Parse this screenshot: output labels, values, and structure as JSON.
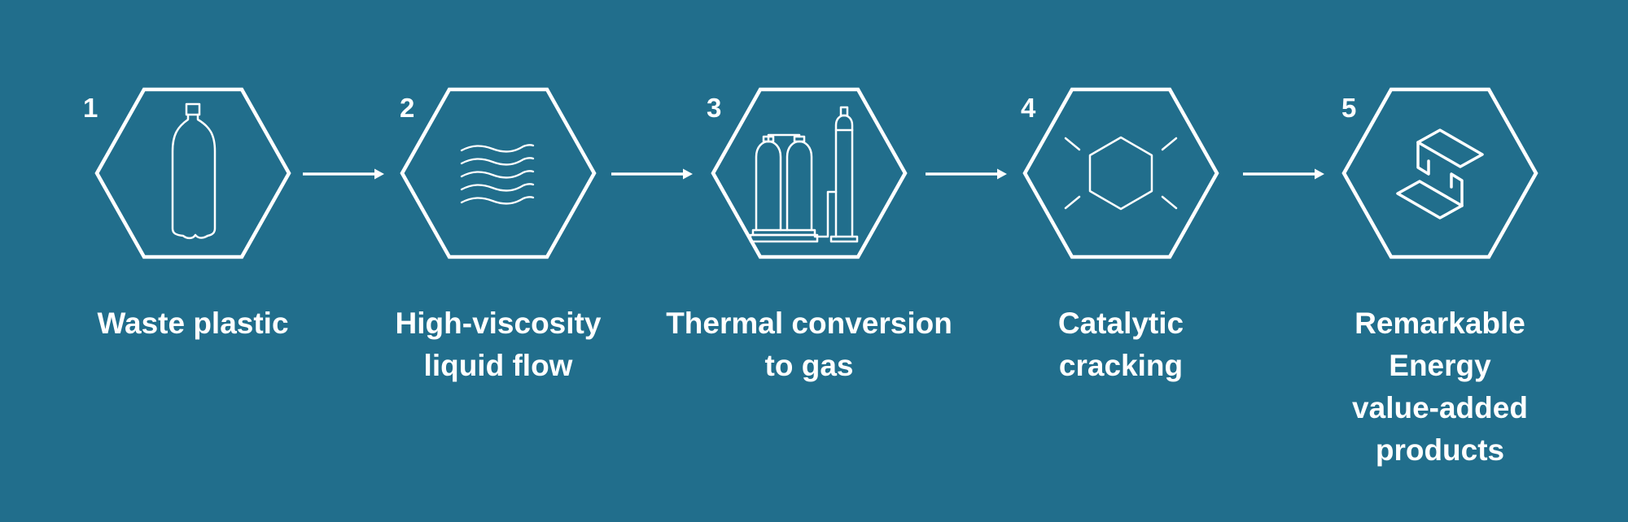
{
  "diagram": {
    "background_color": "#216e8c",
    "line_color": "#ffffff",
    "steps": [
      {
        "number": "1",
        "label": "Waste plastic",
        "icon": "plastic-bottle-icon"
      },
      {
        "number": "2",
        "label": "High-viscosity\nliquid flow",
        "icon": "liquid-flow-waves-icon"
      },
      {
        "number": "3",
        "label": "Thermal conversion\nto gas",
        "icon": "gas-tanks-icon"
      },
      {
        "number": "4",
        "label": "Catalytic\ncracking",
        "icon": "hexagon-cracking-icon"
      },
      {
        "number": "5",
        "label": "Remarkable\nEnergy\nvalue-added\nproducts",
        "icon": "layered-products-icon"
      }
    ]
  }
}
